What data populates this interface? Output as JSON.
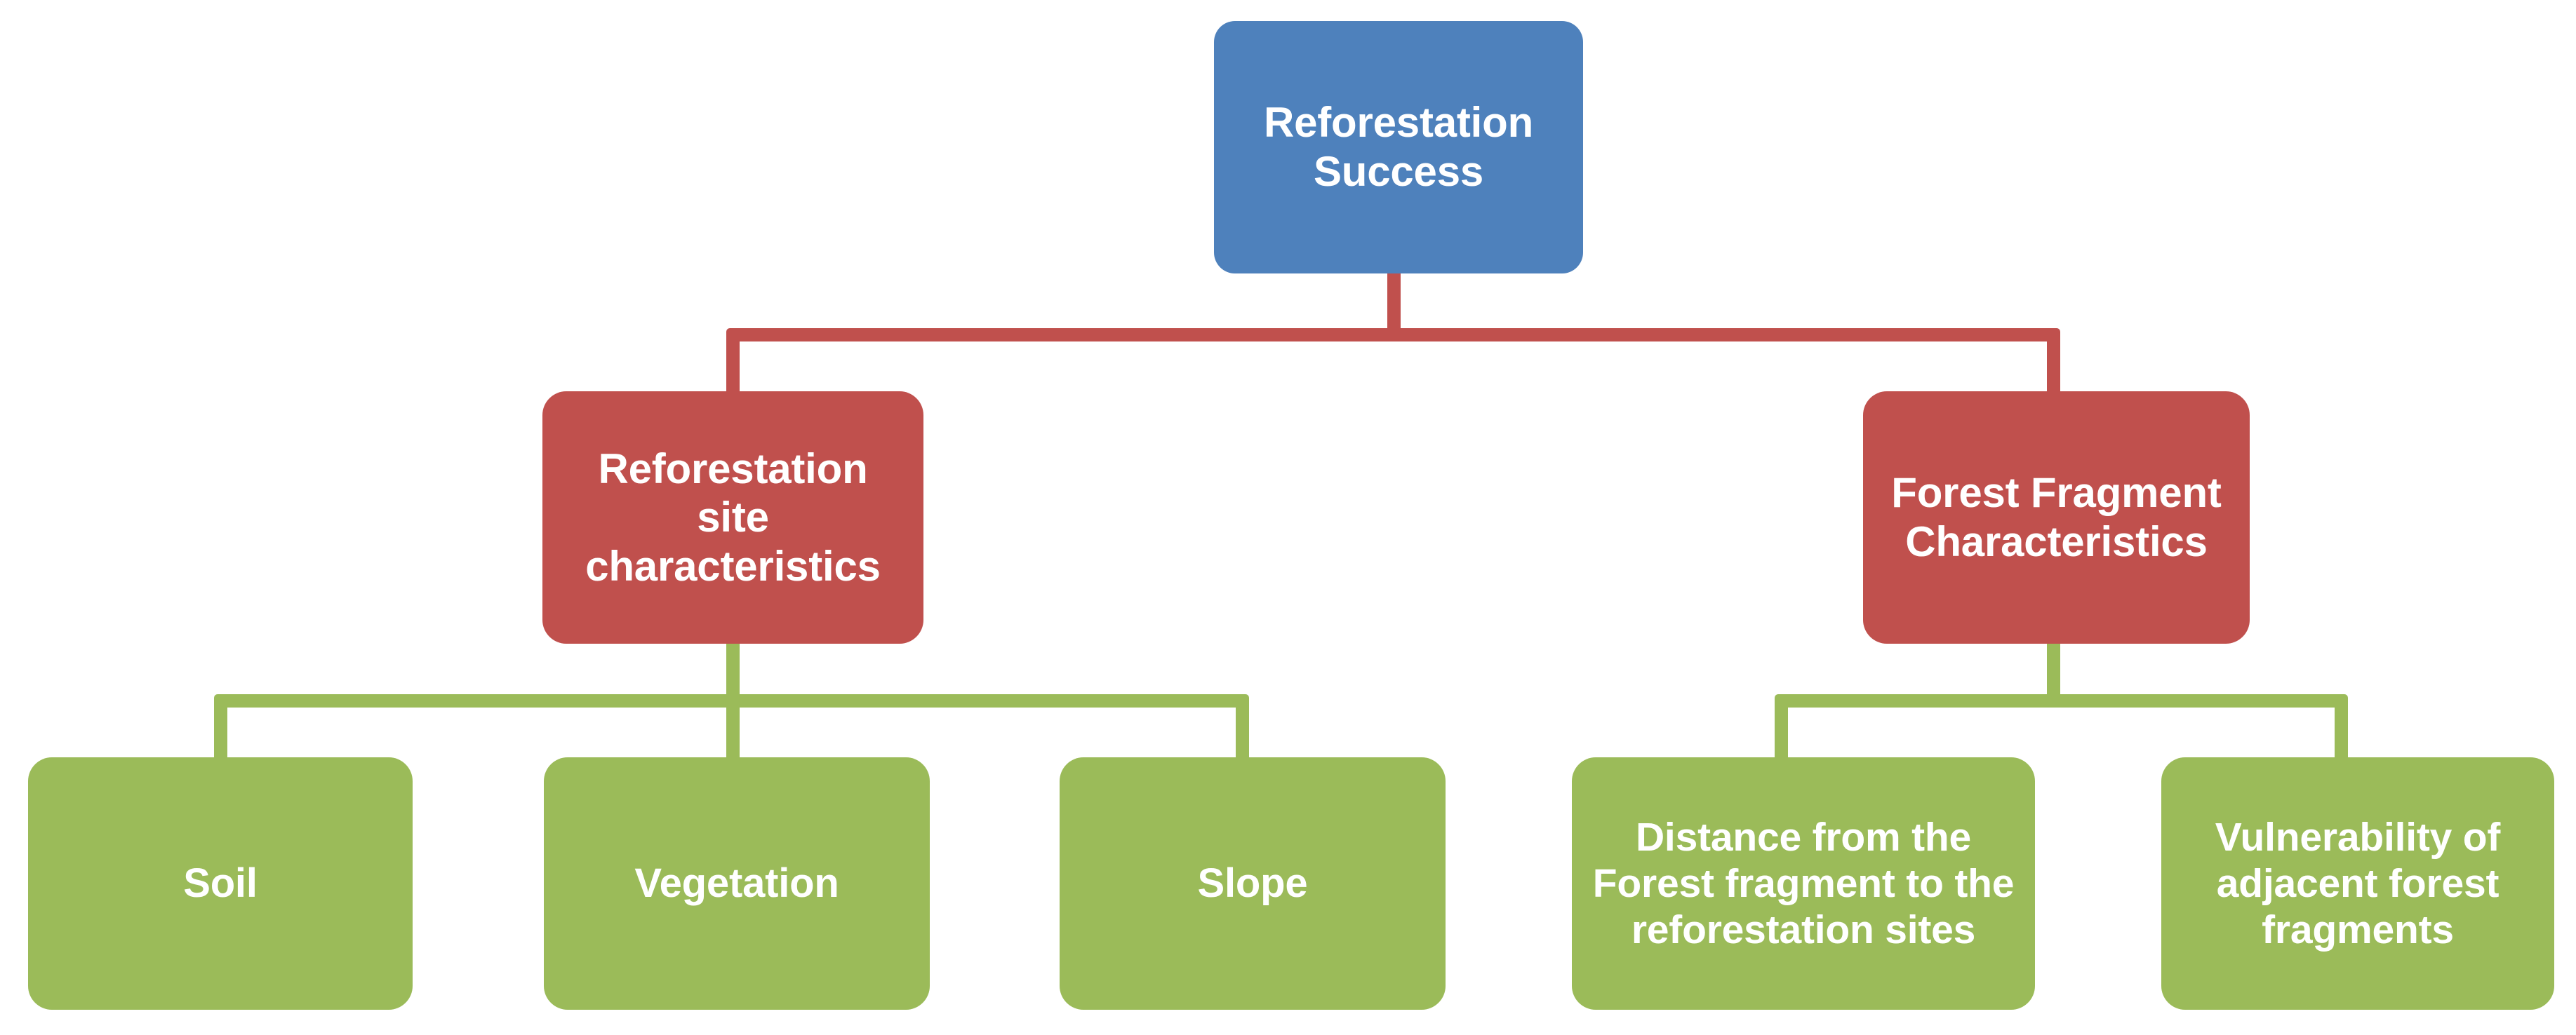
{
  "diagram": {
    "title": "Reforestation Success factor hierarchy",
    "colors": {
      "root": "#4E81BC",
      "branch": "#C0504D",
      "leaf": "#9BBB59",
      "text": "#FFFFFF",
      "background": "#FFFFFF"
    },
    "root": {
      "label": "Reforestation Success"
    },
    "branches": [
      {
        "label": "Reforestation site characteristics"
      },
      {
        "label": "Forest Fragment Characteristics"
      }
    ],
    "leaves": [
      {
        "label": "Soil"
      },
      {
        "label": "Vegetation"
      },
      {
        "label": "Slope"
      },
      {
        "label": "Distance from the Forest fragment to the reforestation sites"
      },
      {
        "label": "Vulnerability of adjacent forest fragments"
      }
    ]
  }
}
